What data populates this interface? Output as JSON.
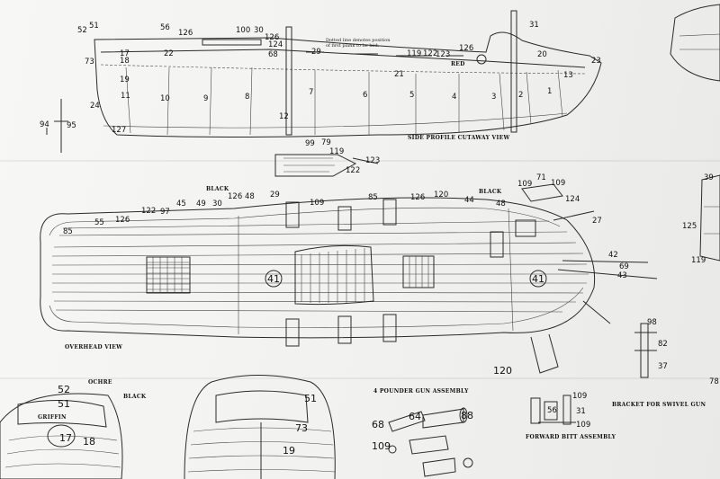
{
  "labels": {
    "side_profile": "SIDE PROFILE CUTAWAY VIEW",
    "overhead": "OVERHEAD VIEW",
    "gun_assembly": "4 POUNDER GUN ASSEMBLY",
    "forward_bitt": "FORWARD BITT ASSEMBLY",
    "bracket_swivel": "BRACKET FOR SWIVEL GUN",
    "dotted_note_1": "Dotted line denotes position",
    "dotted_note_2": "of first plank to be laid.",
    "red": "RED",
    "black_1": "BLACK",
    "black_2": "BLACK",
    "black_3": "BLACK",
    "ochre": "OCHRE",
    "stern_name": "GRIFFIN"
  },
  "side_numbers": {
    "n52": "52",
    "n51": "51",
    "n56": "56",
    "n126a": "126",
    "n100": "100",
    "n30": "30",
    "n126b": "126",
    "n124": "124",
    "n68": "68",
    "n17": "17",
    "n18": "18",
    "n22": "22",
    "n73": "73",
    "n19": "19",
    "n29": "29",
    "n31": "31",
    "n126c": "126",
    "n119": "119",
    "n122": "122",
    "n123": "123",
    "n21": "21",
    "n20": "20",
    "n23": "23",
    "n13": "13",
    "n11": "11",
    "n10": "10",
    "n9": "9",
    "n8": "8",
    "n7": "7",
    "n6": "6",
    "n5": "5",
    "n4": "4",
    "n3": "3",
    "n2": "2",
    "n1": "1",
    "n12": "12",
    "n24": "24",
    "n94": "94",
    "n95": "95",
    "n127": "127"
  },
  "mid_numbers": {
    "n99": "99",
    "n79": "79",
    "n119": "119",
    "n122": "122",
    "n123": "123"
  },
  "overhead_numbers": {
    "n85a": "85",
    "n55": "55",
    "n126a": "126",
    "n122": "122",
    "n97": "97",
    "n45": "45",
    "n49": "49",
    "n30": "30",
    "n126b": "126",
    "n48a": "48",
    "n29": "29",
    "n109a": "109",
    "n85b": "85",
    "n126c": "126",
    "n120a": "120",
    "n44": "44",
    "n48b": "48",
    "n109b": "109",
    "n71": "71",
    "n109c": "109",
    "n124": "124",
    "n27": "27",
    "n42": "42",
    "n69": "69",
    "n43": "43",
    "n41a": "41",
    "n41b": "41",
    "n120b": "120"
  },
  "right_numbers": {
    "n39": "39",
    "n125": "125",
    "n119": "119",
    "n98": "98",
    "n82": "82",
    "n37": "37",
    "n78": "78"
  },
  "bottom_numbers": {
    "n52": "52",
    "n51a": "51",
    "n17": "17",
    "n18": "18",
    "n51b": "51",
    "n73": "73",
    "n19": "19",
    "n68": "68",
    "n64": "64",
    "n88": "88",
    "n109a": "109",
    "n109b": "109",
    "n31": "31",
    "n56": "56",
    "n109c": "109"
  }
}
